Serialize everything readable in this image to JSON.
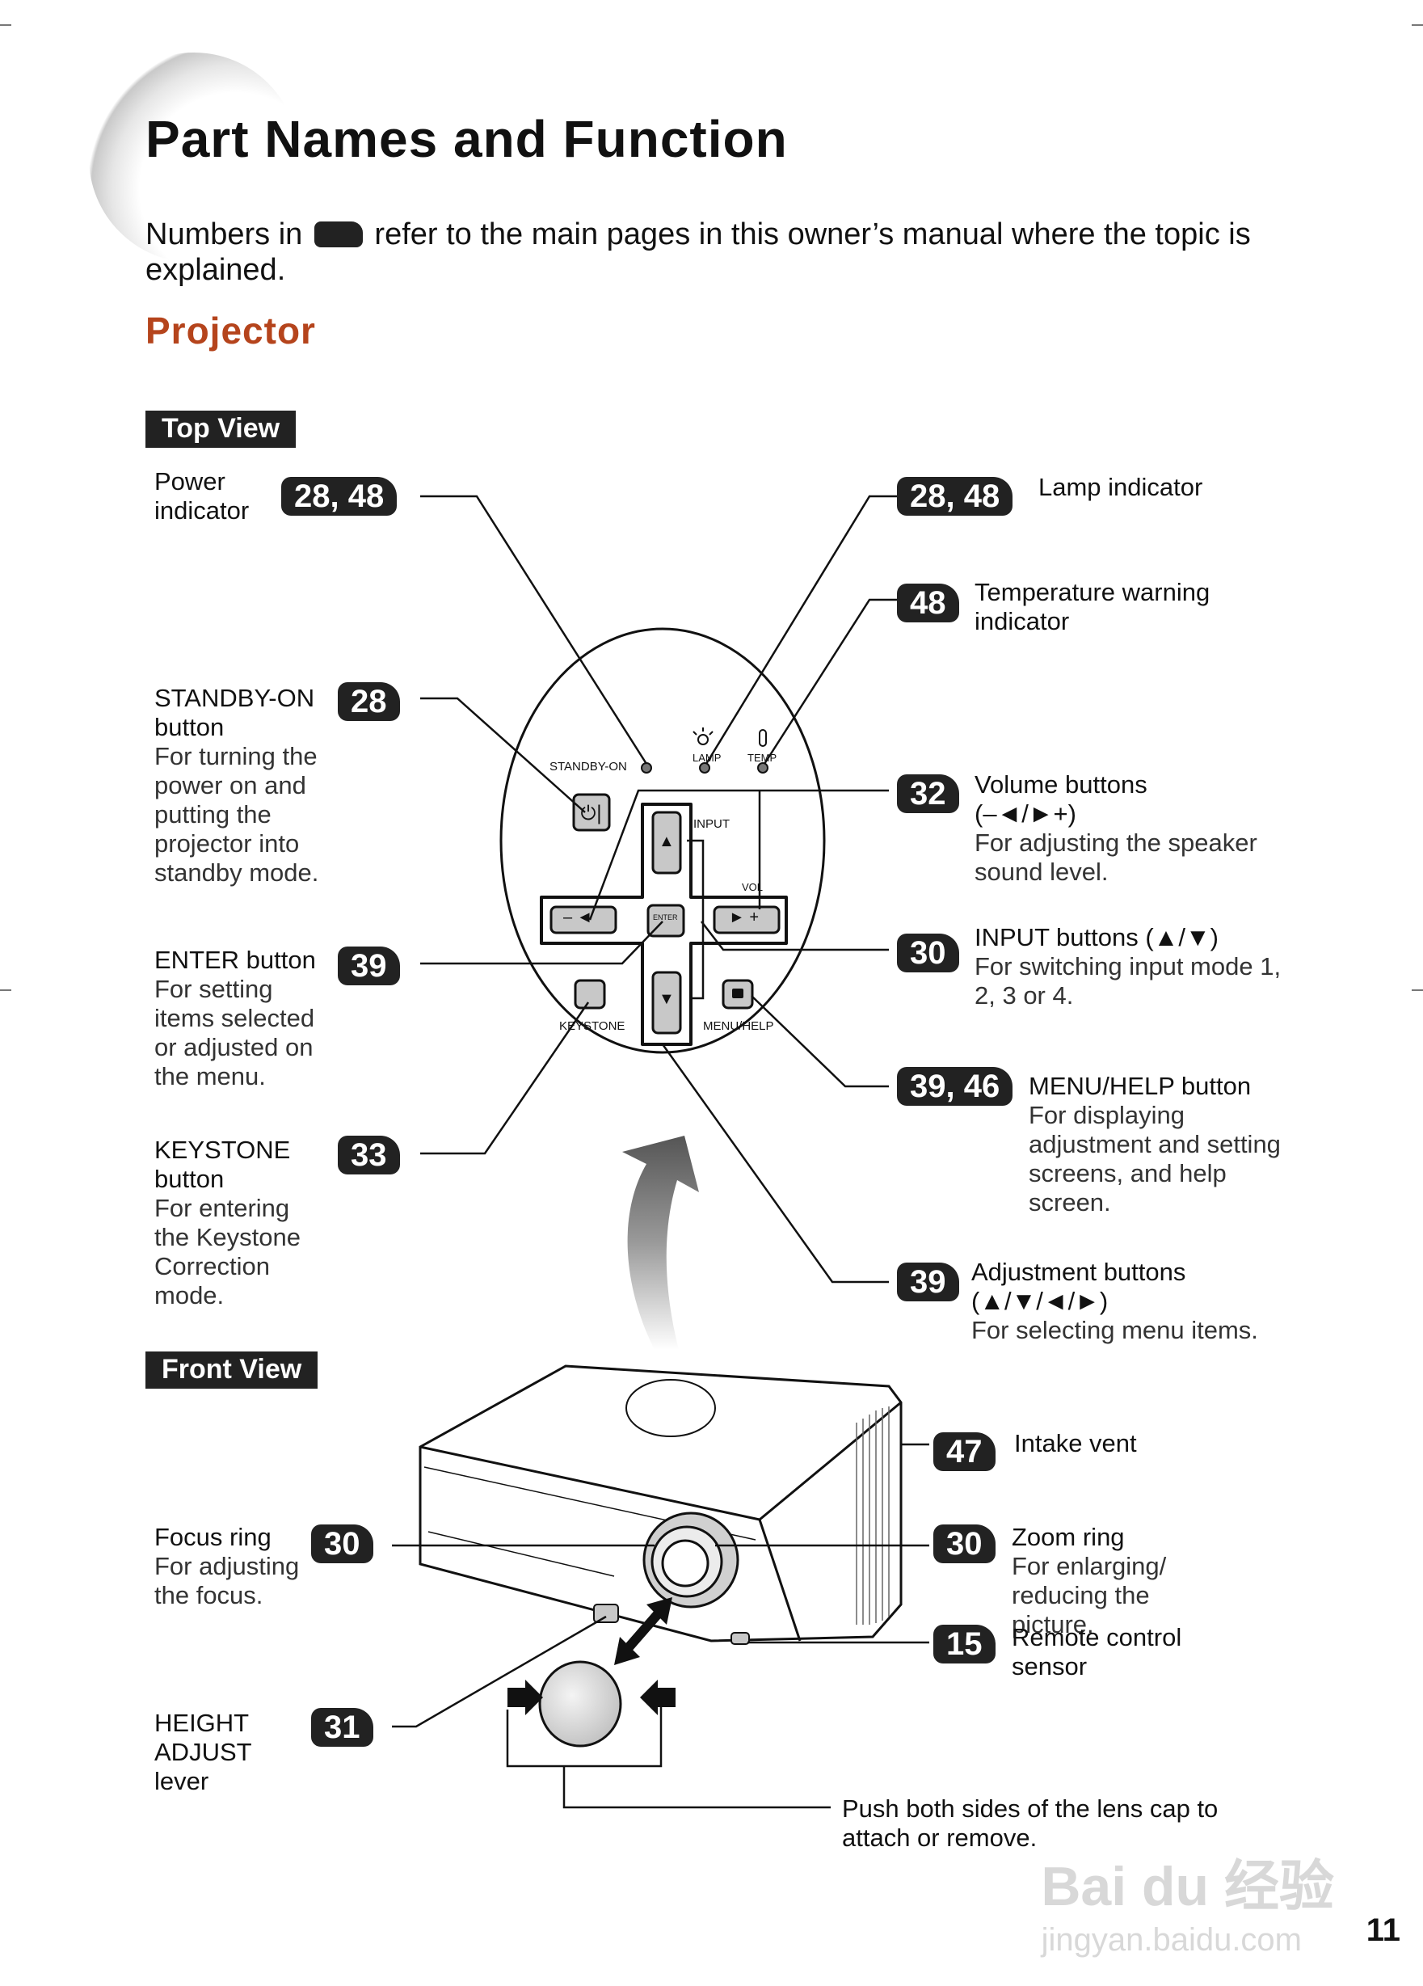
{
  "page": {
    "title": "Part Names and Function",
    "intro_before": "Numbers in",
    "intro_after": "refer to the main pages in this owner’s manual where the topic is explained.",
    "section": "Projector",
    "top_view_tag": "Top View",
    "front_view_tag": "Front View",
    "page_number": "11",
    "watermark_1": "Bai du 经验",
    "watermark_2": "jingyan.baidu.com"
  },
  "panel": {
    "standby_on": "STANDBY-ON",
    "lamp": "LAMP",
    "temp": "TEMP",
    "input": "INPUT",
    "vol": "VOL",
    "enter": "ENTER",
    "keystone": "KEYSTONE",
    "menu_help": "MENU/HELP",
    "vol_minus": "– ◄",
    "vol_plus": "► +",
    "up": "▲",
    "down": "▼"
  },
  "callouts": {
    "power": {
      "ref": "28, 48",
      "name": "Power indicator",
      "desc": ""
    },
    "standby": {
      "ref": "28",
      "name": "STANDBY-ON button",
      "desc": "For turning the power on and putting the projector into standby mode."
    },
    "enter": {
      "ref": "39",
      "name": "ENTER button",
      "desc": "For setting items selected or adjusted on the menu."
    },
    "keystone": {
      "ref": "33",
      "name": "KEYSTONE button",
      "desc": "For entering the Keystone Correction mode."
    },
    "lamp": {
      "ref": "28, 48",
      "name": "Lamp indicator",
      "desc": ""
    },
    "temp": {
      "ref": "48",
      "name": "Temperature warning indicator",
      "desc": ""
    },
    "volume": {
      "ref": "32",
      "name": "Volume buttons (–◄/►+)",
      "desc": "For adjusting the speaker sound level."
    },
    "input": {
      "ref": "30",
      "name": "INPUT buttons (▲/▼)",
      "desc": "For switching input mode 1, 2, 3 or 4."
    },
    "menu": {
      "ref": "39, 46",
      "name": "MENU/HELP button",
      "desc": "For displaying adjustment and setting screens, and help screen."
    },
    "adjust": {
      "ref": "39",
      "name": "Adjustment buttons (▲/▼/◄/►)",
      "desc": "For selecting menu items."
    },
    "intake": {
      "ref": "47",
      "name": "Intake vent",
      "desc": ""
    },
    "focus": {
      "ref": "30",
      "name": "Focus ring",
      "desc": "For adjusting the focus."
    },
    "zoom": {
      "ref": "30",
      "name": "Zoom ring",
      "desc": "For enlarging/ reducing the picture."
    },
    "remote": {
      "ref": "15",
      "name": "Remote control sensor",
      "desc": ""
    },
    "height": {
      "ref": "31",
      "name": "HEIGHT ADJUST lever",
      "desc": ""
    },
    "lenscap": {
      "name": "Push both sides of the lens cap to attach or remove."
    }
  }
}
